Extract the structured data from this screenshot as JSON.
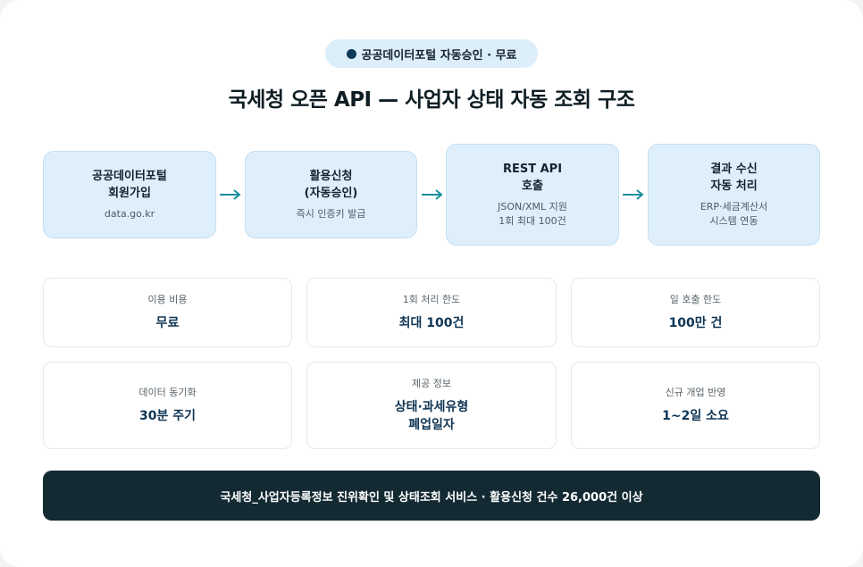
{
  "badge": {
    "text": "공공데이터포털 자동승인 · 무료"
  },
  "title": "국세청 오픈 API — 사업자 상태 자동 조회 구조",
  "steps": [
    {
      "title_lines": [
        "공공데이터포털",
        "회원가입"
      ],
      "sub_lines": [
        "data.go.kr"
      ]
    },
    {
      "title_lines": [
        "활용신청",
        "(자동승인)"
      ],
      "sub_lines": [
        "즉시 인증키 발급"
      ]
    },
    {
      "title_lines": [
        "REST API",
        "호출"
      ],
      "sub_lines": [
        "JSON/XML 지원",
        "1회 최대 100건"
      ]
    },
    {
      "title_lines": [
        "결과 수신",
        "자동 처리"
      ],
      "sub_lines": [
        "ERP·세금계산서",
        "시스템 연동"
      ]
    }
  ],
  "stats": [
    {
      "label": "이용 비용",
      "value_lines": [
        "무료"
      ]
    },
    {
      "label": "1회 처리 한도",
      "value_lines": [
        "최대 100건"
      ]
    },
    {
      "label": "일 호출 한도",
      "value_lines": [
        "100만 건"
      ]
    },
    {
      "label": "데이터 동기화",
      "value_lines": [
        "30분 주기"
      ]
    },
    {
      "label": "제공 정보",
      "value_lines": [
        "상태·과세유형",
        "폐업일자"
      ]
    },
    {
      "label": "신규 개업 반영",
      "value_lines": [
        "1~2일 소요"
      ]
    }
  ],
  "footer": {
    "text": "국세청_사업자등록정보 진위확인 및 상태조회 서비스 · 활용신청 건수 26,000건 이상"
  },
  "colors": {
    "accent": "#1a8f9c",
    "step_bg": "#deeffb",
    "footer_bg": "#132a33",
    "value_text": "#0f3554"
  }
}
